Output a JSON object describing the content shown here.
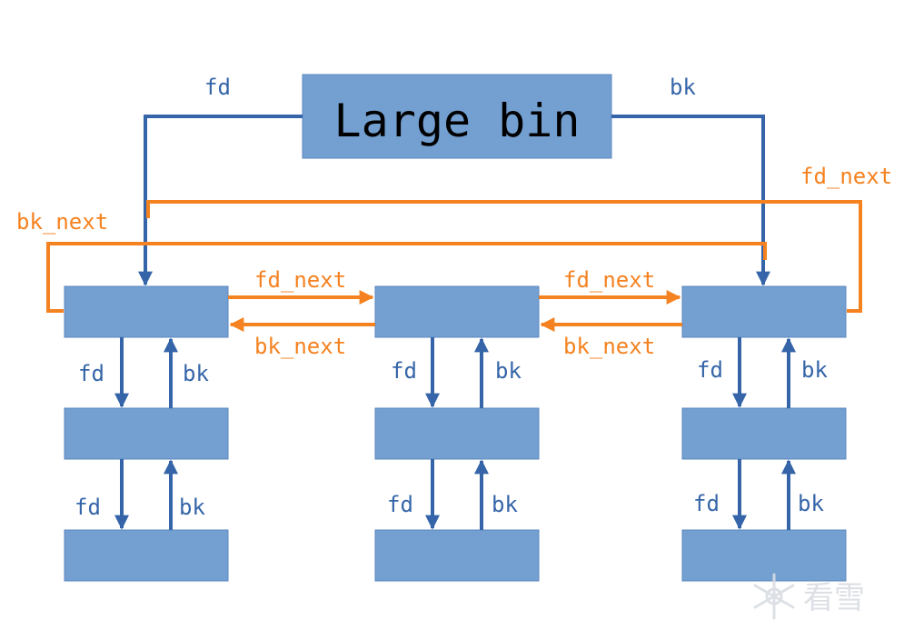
{
  "title": "Large bin",
  "labels": {
    "fd": "fd",
    "bk": "bk",
    "fd_next": "fd_next",
    "bk_next": "bk_next"
  },
  "watermark": "看雪",
  "colors": {
    "box_fill": "#739fd1",
    "box_stroke": "#5b87bf",
    "blue_line": "#3565a8",
    "orange_line": "#f58220",
    "title_text": "#000000",
    "watermark": "#d9dde3"
  }
}
